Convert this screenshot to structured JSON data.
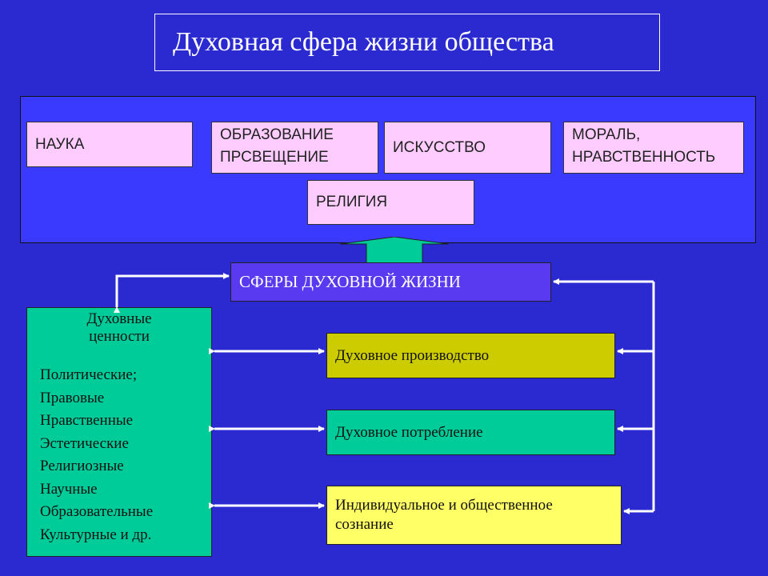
{
  "title": "Духовная сфера жизни общества",
  "top_boxes": {
    "nauka": "НАУКА",
    "obrazovanie_line1": "ОБРАЗОВАНИЕ",
    "obrazovanie_line2": "ПРСВЕЩЕНИЕ",
    "iskusstvo": "ИСКУССТВО",
    "moral_line1": "МОРАЛЬ,",
    "moral_line2": "НРАВСТВЕННОСТЬ",
    "religiya": "РЕЛИГИЯ"
  },
  "center_box": "СФЕРЫ ДУХОВНОЙ ЖИЗНИ",
  "values_box": {
    "heading_line1": "Духовные",
    "heading_line2": "ценности",
    "items": [
      "Политические;",
      "Правовые",
      "Нравственные",
      "Эстетические",
      "Религиозные",
      "Научные",
      "Образовательные",
      "Культурные и др."
    ]
  },
  "right_boxes": {
    "proizvodstvo": "Духовное производство",
    "potreblenie": "Духовное потребление",
    "soznanie_line1": "Индивидуальное и общественное",
    "soznanie_line2": "сознание"
  },
  "colors": {
    "background": "#2a2ad0",
    "top_panel": "#3a3aff",
    "pink_box": "#ffccff",
    "center_box": "#5a3af0",
    "teal": "#00cc99",
    "olive_yellow": "#cccc00",
    "light_yellow": "#ffff66",
    "arrow_teal": "#00cc99",
    "connector": "#ffffff"
  }
}
